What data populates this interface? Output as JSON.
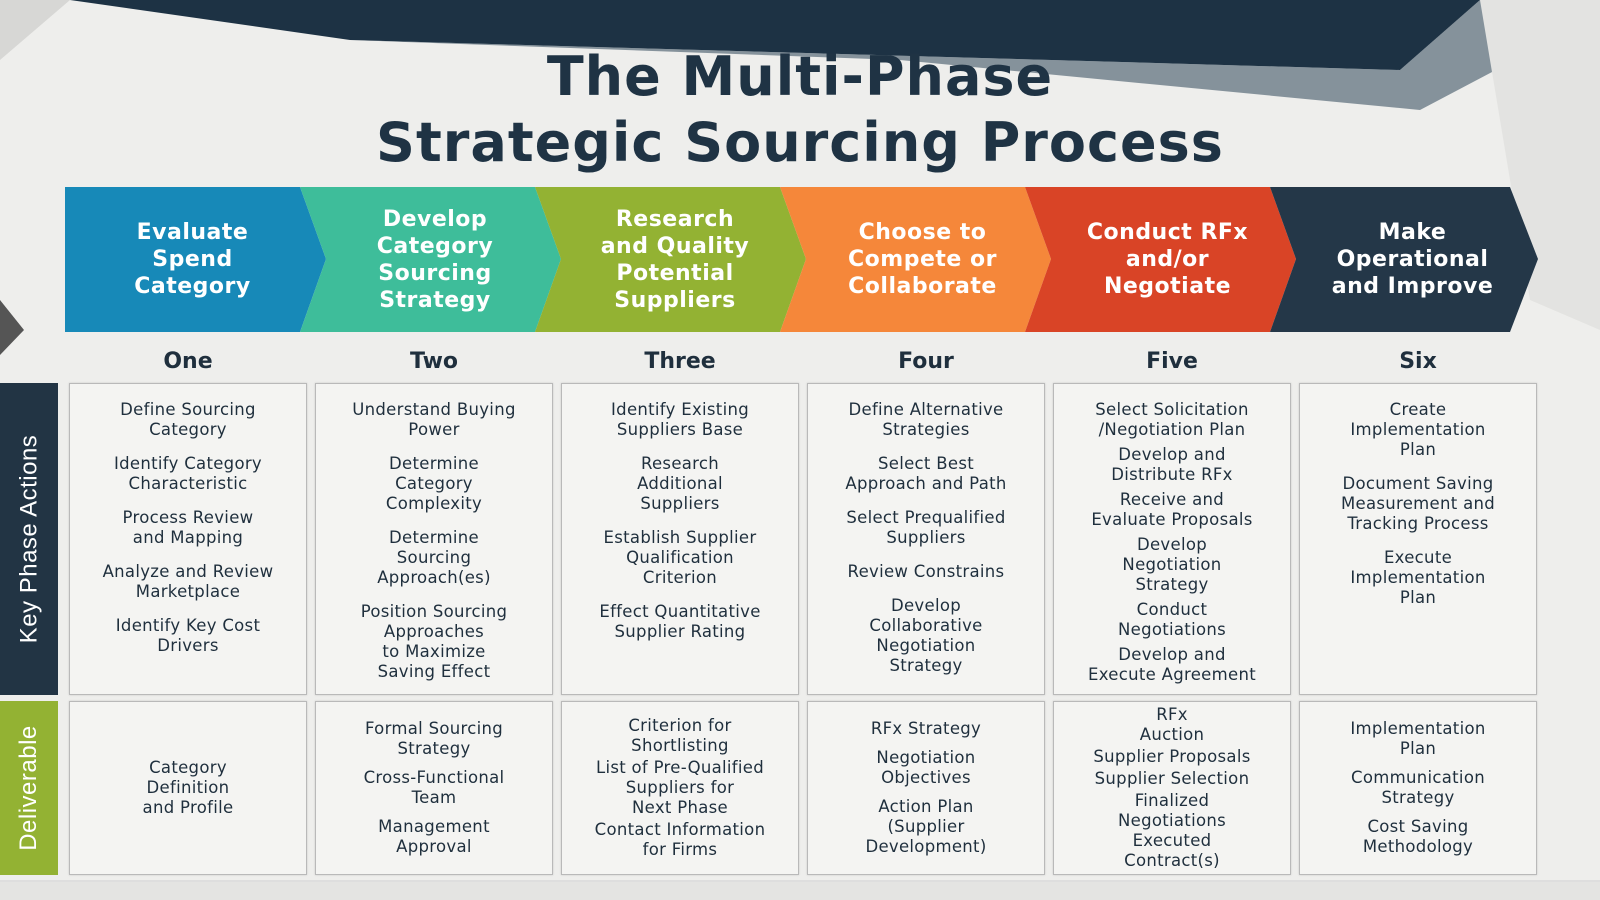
{
  "title": {
    "line1": "The Multi-Phase",
    "line2": "Strategic Sourcing Process"
  },
  "colors": {
    "phase1": "#1789b8",
    "phase2": "#3ebd9a",
    "phase3": "#93b233",
    "phase4": "#f5873a",
    "phase5": "#d94426",
    "phase6": "#243748",
    "dark": "#223444",
    "green": "#93b233"
  },
  "side_labels": {
    "actions": "Key Phase Actions",
    "deliverable": "Deliverable"
  },
  "phases": [
    {
      "name": "Evaluate\nSpend\nCategory",
      "number": "One",
      "actions": [
        "Define Sourcing\nCategory",
        "Identify Category\nCharacteristic",
        "Process Review\nand Mapping",
        "Analyze and Review\nMarketplace",
        "Identify Key Cost\nDrivers"
      ],
      "deliverables": [
        "Category\nDefinition\nand Profile"
      ]
    },
    {
      "name": "Develop\nCategory\nSourcing\nStrategy",
      "number": "Two",
      "actions": [
        "Understand Buying\nPower",
        "Determine\nCategory\nComplexity",
        "Determine\nSourcing\nApproach(es)",
        "Position Sourcing\nApproaches\nto Maximize\nSaving Effect"
      ],
      "deliverables": [
        "Formal Sourcing\nStrategy",
        "Cross-Functional\nTeam",
        "Management\nApproval"
      ]
    },
    {
      "name": "Research\nand Quality\nPotential\nSuppliers",
      "number": "Three",
      "actions": [
        "Identify Existing\nSuppliers Base",
        "Research\nAdditional\nSuppliers",
        "Establish Supplier\nQualification\nCriterion",
        "Effect Quantitative\nSupplier Rating"
      ],
      "deliverables": [
        "Criterion for\nShortlisting",
        "List of Pre-Qualified\nSuppliers for\nNext Phase",
        "Contact Information\nfor Firms"
      ]
    },
    {
      "name": "Choose to\nCompete or\nCollaborate",
      "number": "Four",
      "actions": [
        "Define Alternative\nStrategies",
        "Select Best\nApproach and Path",
        "Select Prequalified\nSuppliers",
        "Review Constrains",
        "Develop\nCollaborative\nNegotiation\nStrategy"
      ],
      "deliverables": [
        "RFx Strategy",
        "Negotiation\nObjectives",
        "Action Plan\n(Supplier\nDevelopment)"
      ]
    },
    {
      "name": "Conduct RFx\nand/or\nNegotiate",
      "number": "Five",
      "actions": [
        "Select Solicitation\n/Negotiation Plan",
        "Develop and\nDistribute RFx",
        "Receive and\nEvaluate Proposals",
        "Develop\nNegotiation\nStrategy",
        "Conduct\nNegotiations",
        "Develop and\nExecute Agreement"
      ],
      "deliverables": [
        "RFx\nAuction",
        "Supplier Proposals",
        "Supplier Selection",
        "Finalized\nNegotiations\nExecuted\nContract(s)"
      ]
    },
    {
      "name": "Make\nOperational\nand Improve",
      "number": "Six",
      "actions": [
        "Create\nImplementation\nPlan",
        "Document Saving\nMeasurement and\nTracking Process",
        "Execute\nImplementation\nPlan"
      ],
      "deliverables": [
        "Implementation\nPlan",
        "Communication\nStrategy",
        "Cost Saving\nMethodology"
      ]
    }
  ]
}
